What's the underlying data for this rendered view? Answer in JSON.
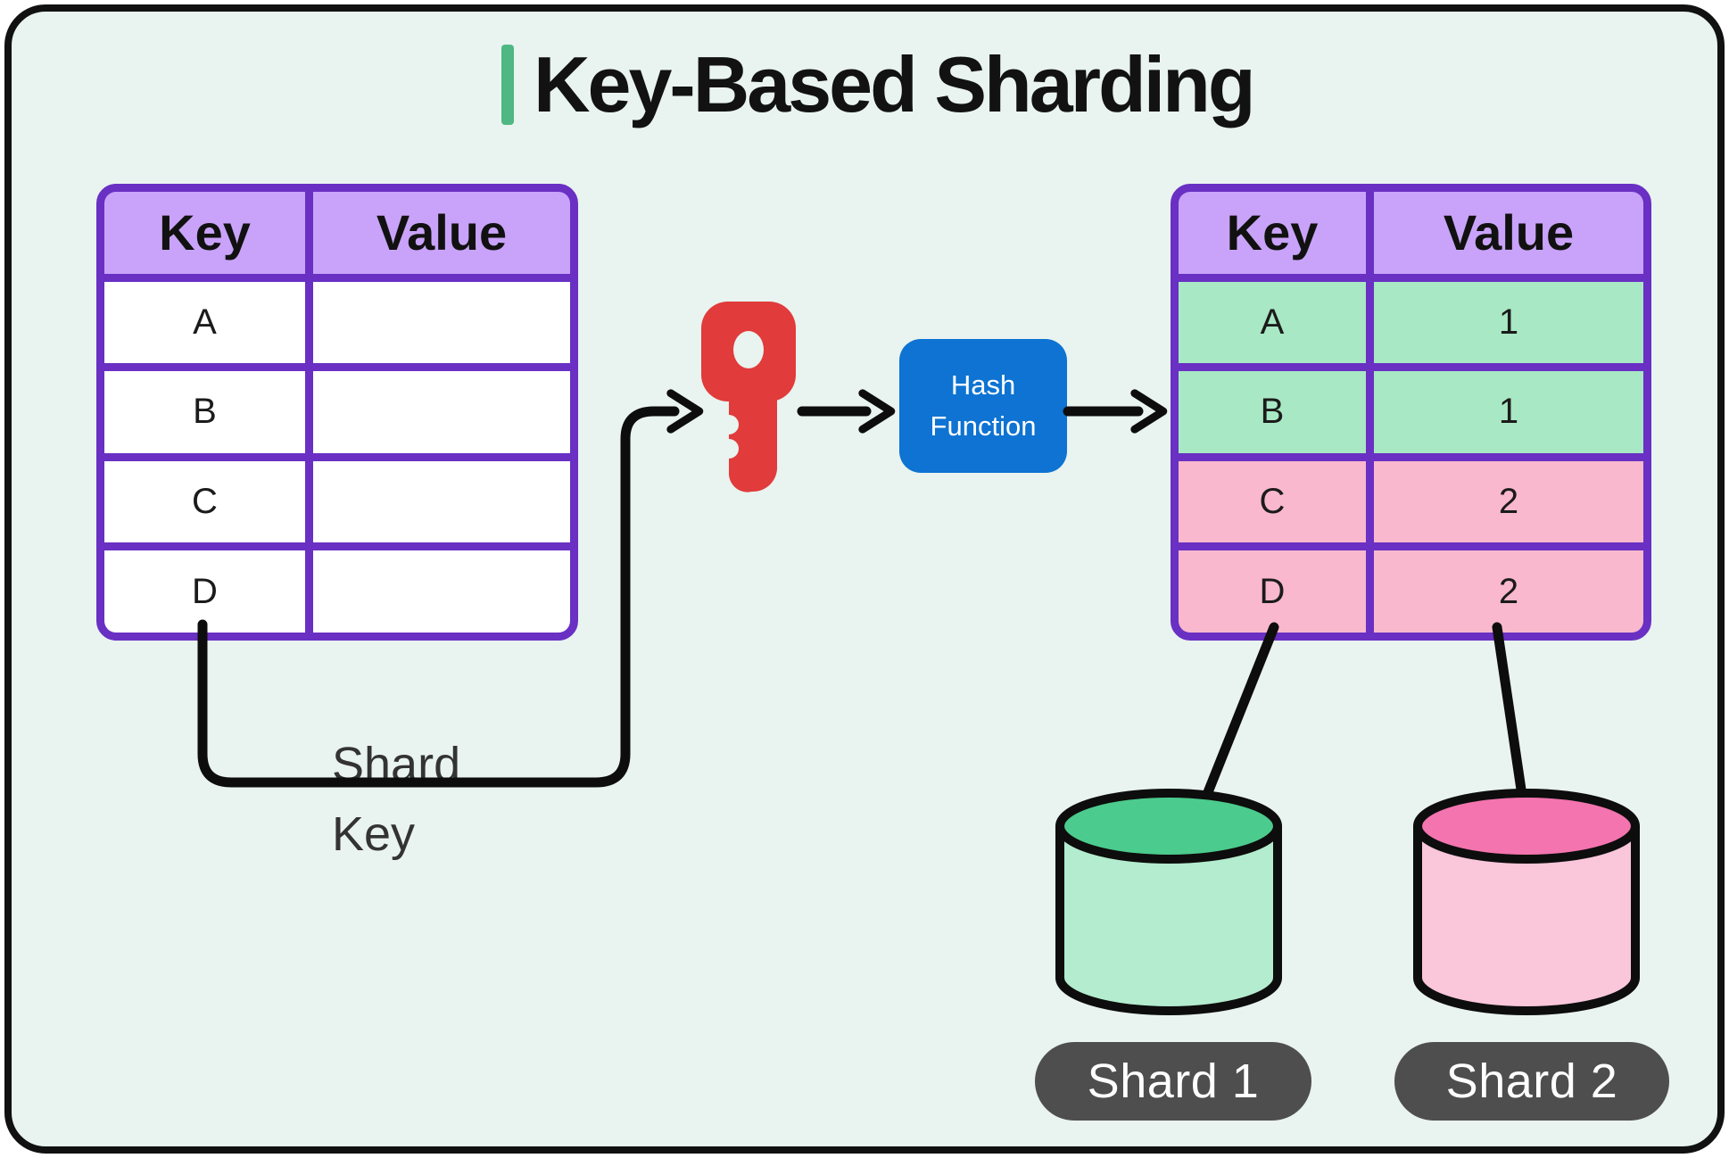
{
  "title": {
    "text": "Key-Based Sharding"
  },
  "source_table": {
    "headers": {
      "key": "Key",
      "value": "Value"
    },
    "rows": [
      {
        "key": "A",
        "value": ""
      },
      {
        "key": "B",
        "value": ""
      },
      {
        "key": "C",
        "value": ""
      },
      {
        "key": "D",
        "value": ""
      }
    ]
  },
  "shard_key_label": {
    "line1": "Shard",
    "line2": "Key"
  },
  "hash_function": {
    "label": "Hash Function"
  },
  "result_table": {
    "headers": {
      "key": "Key",
      "value": "Value"
    },
    "rows": [
      {
        "key": "A",
        "value": "1",
        "shard": "1"
      },
      {
        "key": "B",
        "value": "1",
        "shard": "1"
      },
      {
        "key": "C",
        "value": "2",
        "shard": "2"
      },
      {
        "key": "D",
        "value": "2",
        "shard": "2"
      }
    ]
  },
  "shards": [
    {
      "label": "Shard 1",
      "top_color": "#4bcb8d",
      "body_color": "#b3ecce"
    },
    {
      "label": "Shard 2",
      "top_color": "#f374ae",
      "body_color": "#f9c6da"
    }
  ],
  "colors": {
    "background": "#e9f3ef",
    "frame_border": "#111111",
    "title_accent": "#4eb783",
    "table_border": "#6930c3",
    "table_header_fill": "#c9a3f9",
    "row_green": "#a8e8c4",
    "row_pink": "#f9b8ce",
    "hash_box_blue": "#0e73d2",
    "key_icon_red": "#e13b3b",
    "arrow_black": "#0d0d0d",
    "pill_gray": "#4e4e4e"
  }
}
